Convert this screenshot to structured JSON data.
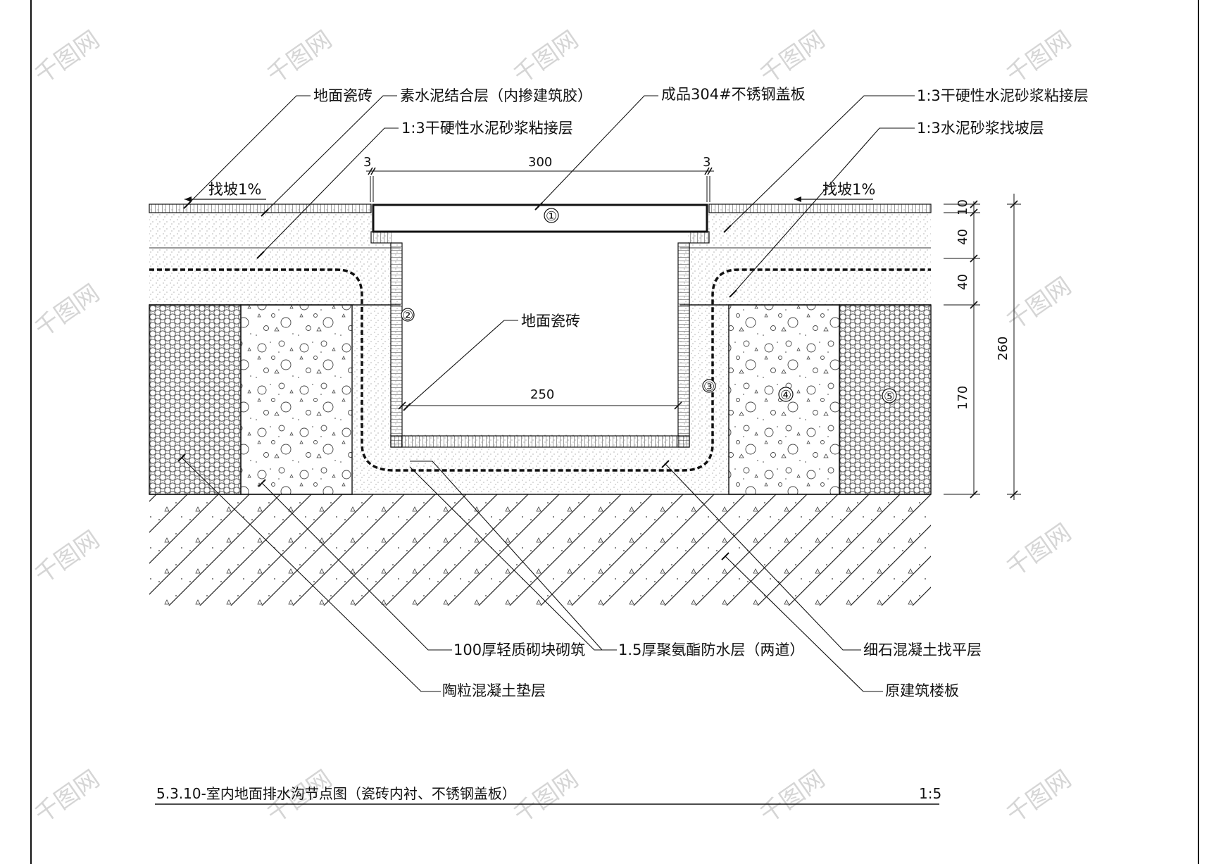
{
  "callouts": {
    "floor_tile_top": "地面瓷砖",
    "cement_bond": "素水泥结合层（内掺建筑胶）",
    "cover_plate": "成品304#不锈钢盖板",
    "dry_mortar_right": "1:3干硬性水泥砂浆粘接层",
    "dry_mortar_left": "1:3干硬性水泥砂浆粘接层",
    "slope_mortar": "1:3水泥砂浆找坡层",
    "floor_tile_inner": "地面瓷砖",
    "block_wall": "100厚轻质砌块砌筑",
    "waterproof": "1.5厚聚氨酯防水层（两道）",
    "fine_concrete": "细石混凝土找平层",
    "ceramsite": "陶粒混凝土垫层",
    "slab": "原建筑楼板"
  },
  "slopes": {
    "left": "找坡1%",
    "right": "找坡1%"
  },
  "dimensions": {
    "gap_left": "3",
    "opening": "300",
    "gap_right": "3",
    "inner_width": "250",
    "d10": "10",
    "d40a": "40",
    "d40b": "40",
    "d170": "170",
    "d260": "260"
  },
  "markers": {
    "m1": "①",
    "m2": "②",
    "m3": "③",
    "m4": "④",
    "m5": "⑤"
  },
  "title": {
    "text": "5.3.10-室内地面排水沟节点图（瓷砖内衬、不锈钢盖板）",
    "scale": "1:5"
  },
  "watermark": "千图网",
  "colors": {
    "ink": "#111111",
    "paper": "#ffffff"
  }
}
